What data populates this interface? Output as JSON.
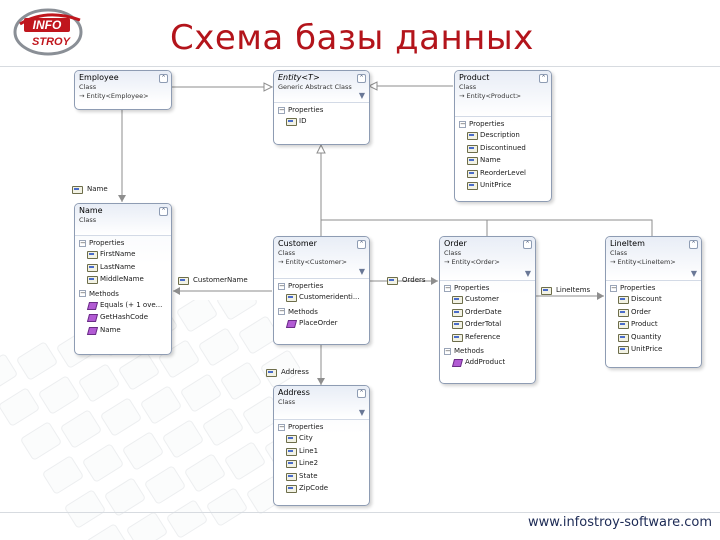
{
  "slide": {
    "title": "Схема базы данных",
    "website": "www.infostroy-software.com",
    "logo": {
      "line1": "INFO",
      "line2": "STROY",
      "colors": {
        "red": "#c0161d",
        "gray": "#8a8f96"
      }
    }
  },
  "colors": {
    "title": "#b3141b",
    "wire": "#8e8e8e",
    "entity_border": "#8e9cb3"
  },
  "labels": {
    "properties": "Properties",
    "methods": "Methods"
  },
  "entities": {
    "employee": {
      "name": "Employee",
      "type": "Class",
      "base": "→ Entity<Employee>"
    },
    "entity_t": {
      "name": "Entity<T>",
      "type": "Generic Abstract Class",
      "properties": [
        "ID"
      ]
    },
    "product": {
      "name": "Product",
      "type": "Class",
      "base": "→ Entity<Product>",
      "properties": [
        "Description",
        "Discontinued",
        "Name",
        "ReorderLevel",
        "UnitPrice"
      ]
    },
    "name": {
      "name": "Name",
      "type": "Class",
      "properties": [
        "FirstName",
        "LastName",
        "MiddleName"
      ],
      "methods": [
        "Equals (+ 1 ove...",
        "GetHashCode",
        "Name"
      ]
    },
    "customer": {
      "name": "Customer",
      "type": "Class",
      "base": "→ Entity<Customer>",
      "properties": [
        "Customeridenti..."
      ],
      "methods": [
        "PlaceOrder"
      ]
    },
    "order": {
      "name": "Order",
      "type": "Class",
      "base": "→ Entity<Order>",
      "properties": [
        "Customer",
        "OrderDate",
        "OrderTotal",
        "Reference"
      ],
      "methods": [
        "AddProduct"
      ]
    },
    "lineitem": {
      "name": "LineItem",
      "type": "Class",
      "base": "→ Entity<LineItem>",
      "properties": [
        "Discount",
        "Order",
        "Product",
        "Quantity",
        "UnitPrice"
      ]
    },
    "address": {
      "name": "Address",
      "type": "Class",
      "properties": [
        "City",
        "Line1",
        "Line2",
        "State",
        "ZipCode"
      ]
    }
  },
  "associations": {
    "name": "Name",
    "customer_name": "CustomerName",
    "orders": "Orders",
    "lineitems": "LineItems",
    "address": "Address"
  }
}
